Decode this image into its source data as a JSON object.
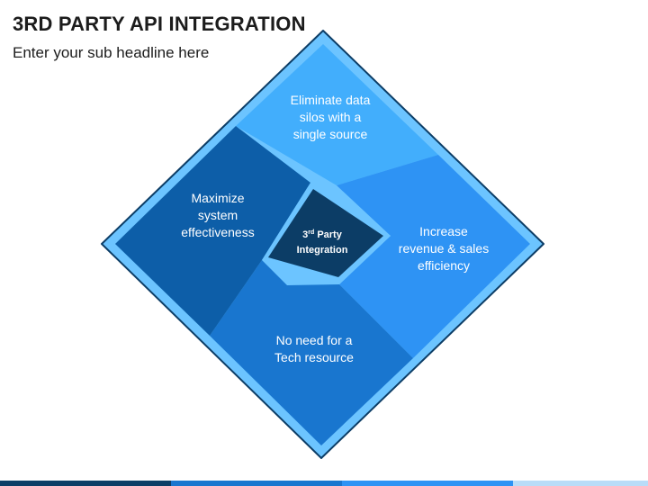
{
  "header": {
    "title": "3RD PARTY API INTEGRATION",
    "subtitle": "Enter your sub headline here"
  },
  "diagram": {
    "center": {
      "line1": "3",
      "sup": "rd",
      "line1_rest": " Party",
      "line2": "Integration",
      "color": "#0c3d66"
    },
    "segments": [
      {
        "id": "top",
        "lines": [
          "Eliminate data",
          "silos with a",
          "single source"
        ],
        "color": "#42aefc"
      },
      {
        "id": "right",
        "lines": [
          "Increase",
          "revenue & sales",
          "efficiency"
        ],
        "color": "#2e93f4"
      },
      {
        "id": "bottom",
        "lines": [
          "No need for a",
          "Tech resource"
        ],
        "color": "#1976cf"
      },
      {
        "id": "left",
        "lines": [
          "Maximize",
          "system",
          "effectiveness"
        ],
        "color": "#0d5ea8"
      }
    ],
    "frame_color": "#6cc4ff",
    "border_color": "#0c3d66"
  },
  "footer": {
    "bar_colors": [
      "#0c3d66",
      "#1976cf",
      "#2e93f4",
      "#b9dcf8"
    ]
  }
}
